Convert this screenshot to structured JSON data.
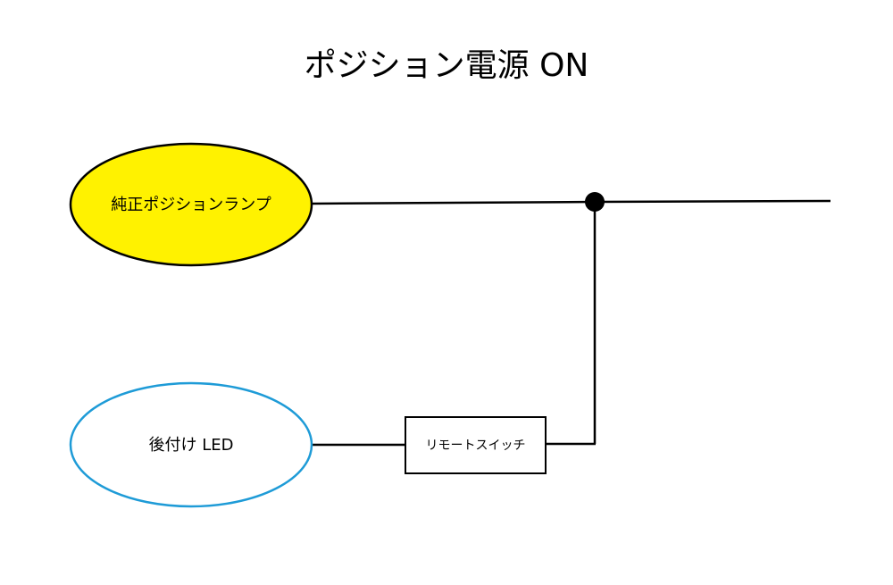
{
  "title": "ポジション電源 ON",
  "nodes": {
    "stock_lamp": {
      "label": "純正ポジションランプ",
      "fill": "#FFF200",
      "stroke": "#000000"
    },
    "aftermarket_led": {
      "label": "後付け LED",
      "fill": "#FFFFFF",
      "stroke": "#1E9BD7"
    },
    "remote_switch": {
      "label": "リモートスイッチ",
      "stroke": "#000000"
    }
  },
  "junction": {
    "color": "#000000"
  }
}
